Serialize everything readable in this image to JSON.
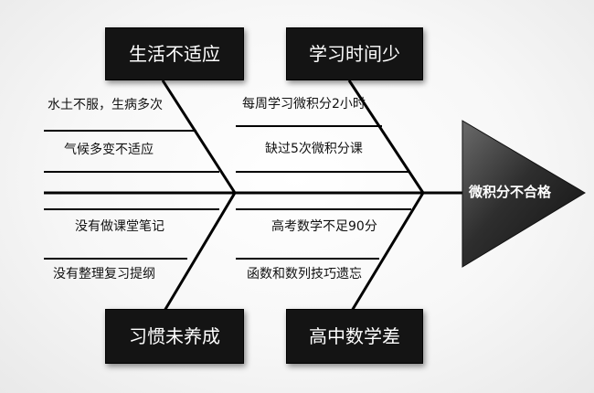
{
  "effect": "微积分不合格",
  "categories": [
    {
      "name": "生活不适应",
      "causes": [
        "水土不服，生病多次",
        "气候多变不适应"
      ]
    },
    {
      "name": "学习时间少",
      "causes": [
        "每周学习微积分2小时",
        "缺过5次微积分课"
      ]
    },
    {
      "name": "习惯未养成",
      "causes": [
        "没有做课堂笔记",
        "没有整理复习提纲"
      ]
    },
    {
      "name": "高中数学差",
      "causes": [
        "高考数学不足90分",
        "函数和数列技巧遗忘"
      ]
    }
  ]
}
